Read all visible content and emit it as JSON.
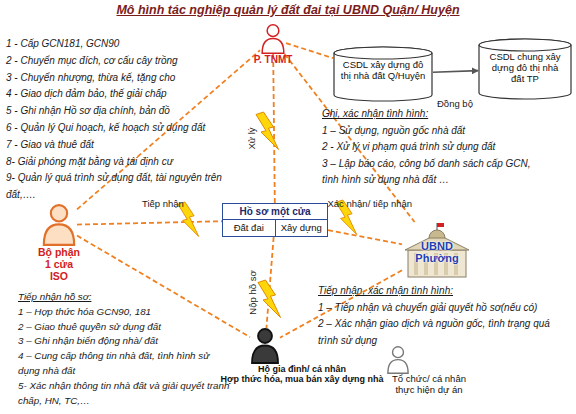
{
  "diagram": {
    "title": "Mô hình tác nghiệp quản lý đất đai tại UBND Quận/ Huyện",
    "nodes": [
      {
        "text": [
          "P. TNMT"
        ]
      },
      {
        "text": [
          "CSDL xây dựng đô thị nhà đất Q/Huyện"
        ]
      },
      {
        "text": [
          "CSDL chung xây dựng đô thị nhà đất TP"
        ]
      },
      {
        "text": [
          "Bộ phận 1 cửa ISO"
        ]
      },
      {
        "text": [
          "Hồ sơ một cửa",
          "Đất đai",
          "Xây dựng"
        ]
      },
      {
        "text": [
          "UBND Phường"
        ]
      },
      {
        "text": [
          "Hộ gia đình/ cá nhân",
          "Hợp thức hóa, mua bán xây dựng nhà"
        ]
      },
      {
        "text": [
          "Tổ chức/ cá nhân thực hiện dự án"
        ]
      }
    ],
    "edges": [
      {
        "from": 0,
        "to": 1,
        "arrow": "none"
      },
      {
        "from": 1,
        "to": 2,
        "label": "Đồng bộ",
        "arrow": "to"
      },
      {
        "from": 3,
        "to": 0,
        "arrow": "none"
      },
      {
        "from": 0,
        "to": 5,
        "arrow": "none"
      },
      {
        "from": 0,
        "to": 4,
        "label": "Xử lý",
        "arrow": "none"
      },
      {
        "from": 3,
        "to": 4,
        "label": "Tiếp nhận",
        "arrow": "none"
      },
      {
        "from": 4,
        "to": 5,
        "label": "Xác nhận/ tiếp nhận",
        "arrow": "none"
      },
      {
        "from": 4,
        "to": 6,
        "label": "Nộp hồ sơ",
        "arrow": "none"
      },
      {
        "from": 3,
        "to": 6,
        "arrow": "none"
      },
      {
        "from": 5,
        "to": 6,
        "arrow": "none"
      }
    ],
    "labels": [
      "1 - Cấp GCN181, GCN90",
      "2 - Chuyển mục đích, cơ cấu cây trồng",
      "3 - Chuyển nhượng, thừa kế, tặng cho",
      "4 - Giao dịch đảm bảo, thế giải chấp",
      "5 - Ghi nhận Hồ sơ địa chính, bản đồ",
      "6 - Quản lý Qui hoạch, kế hoạch sử dụng đất",
      "7 - Giao và thuê đất",
      "8- Giải phóng mặt bằng và tái định cư",
      "9- Quản lý quá trình sử dụng đất, tài nguyên trên đất,….",
      "Ghi, xác nhận tình hình:",
      "1 – Sử dụng, nguồn gốc nhà đất",
      "2 - Xử lý vi phạm quá trình sử dụng đất",
      "3 – Lập báo cáo, công bố danh sách cấp GCN, tình hình sử dụng nhà đất …",
      "Tiếp nhận hồ sơ:",
      "1 – Hợp thức hóa GCN90, 181",
      "2 – Giao thuê quyền sử dụng đất",
      "3 – Ghi nhận biến động nhà/ đất",
      "4 – Cung cấp thông tin nhà đất, tình hình sử dụng nhà đất",
      "5- Xác nhận thông tin nhà đất và giải quyết tranh chấp, HN, TC,…",
      "Tiếp nhận, xác nhận tình hình:",
      "1 – Tiếp nhận và chuyển giải quyết hồ sơ(nếu có)",
      "2 – Xác nhận giao dịch và nguồn gốc, tình trạng quá trình sử dụng"
    ]
  }
}
